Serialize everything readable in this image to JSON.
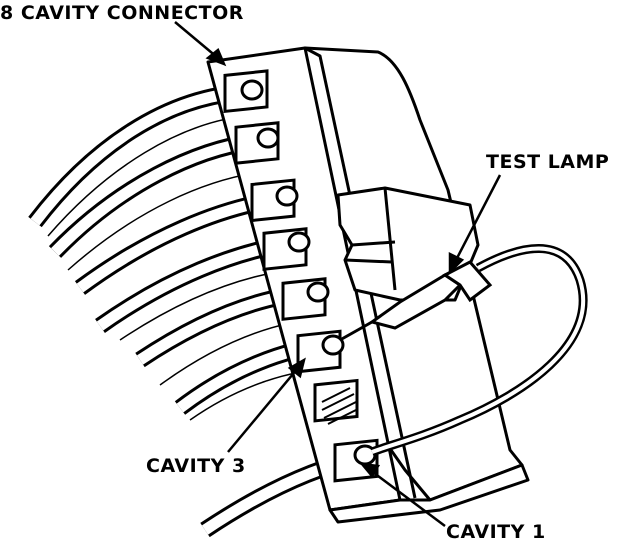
{
  "labels": {
    "connector": "8 CAVITY CONNECTOR",
    "test_lamp": "TEST LAMP",
    "cavity_3": "CAVITY 3",
    "cavity_1": "CAVITY 1"
  },
  "colors": {
    "ink": "#000000",
    "paper": "#ffffff"
  }
}
